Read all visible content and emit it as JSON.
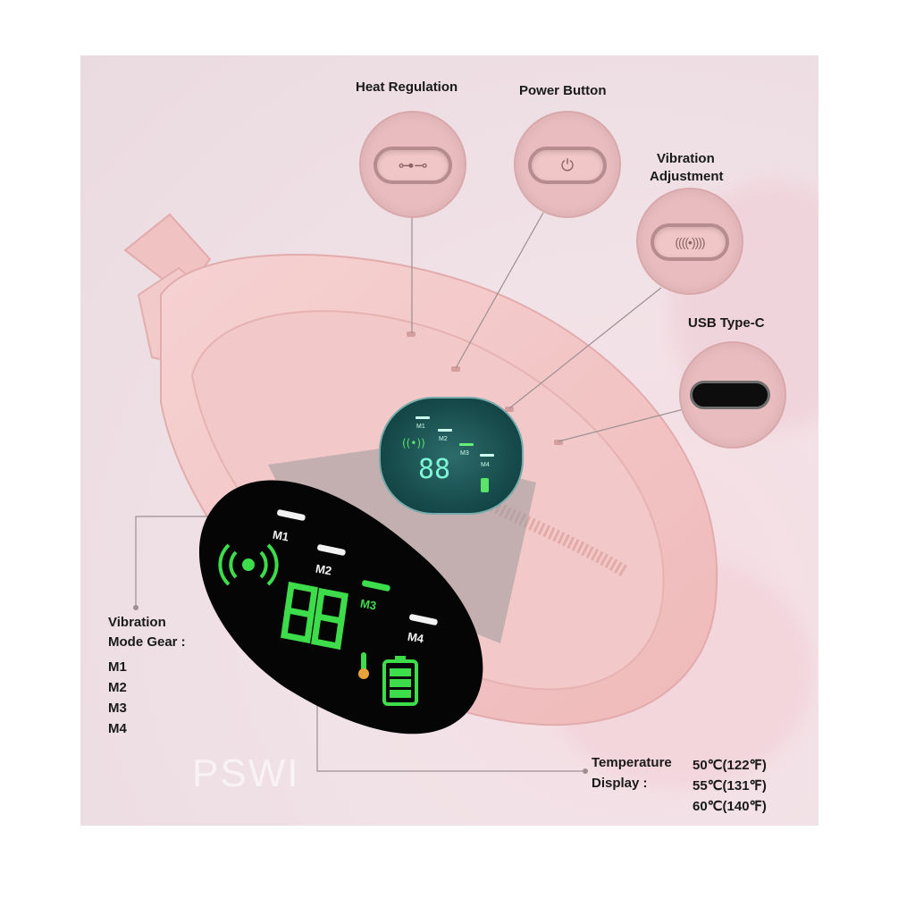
{
  "callouts": {
    "heat_regulation": "Heat Regulation",
    "power_button": "Power Button",
    "vibration_adjustment_line1": "Vibration",
    "vibration_adjustment_line2": "Adjustment",
    "usb_type_c": "USB Type-C"
  },
  "vibration_mode": {
    "title_line1": "Vibration",
    "title_line2": "Mode Gear :",
    "gears": [
      "M1",
      "M2",
      "M3",
      "M4"
    ]
  },
  "temperature": {
    "title_line1": "Temperature",
    "title_line2": "Display :",
    "values": [
      "50℃(122℉)",
      "55℃(131℉)",
      "60℃(140℉)"
    ]
  },
  "display": {
    "gear_labels": [
      "M1",
      "M2",
      "M3",
      "M4"
    ],
    "active_gear": "M3",
    "digits": "88"
  },
  "icons": [
    "key-icon",
    "power-icon",
    "vibration-icon",
    "usb-c-port-icon",
    "thermometer-icon",
    "battery-icon"
  ],
  "colors": {
    "device_pink": "#f2c4c4",
    "display_green": "#3ddc4a",
    "display_black": "#050505",
    "small_display_teal": "#1f5a5a"
  },
  "watermark": "PSWI"
}
